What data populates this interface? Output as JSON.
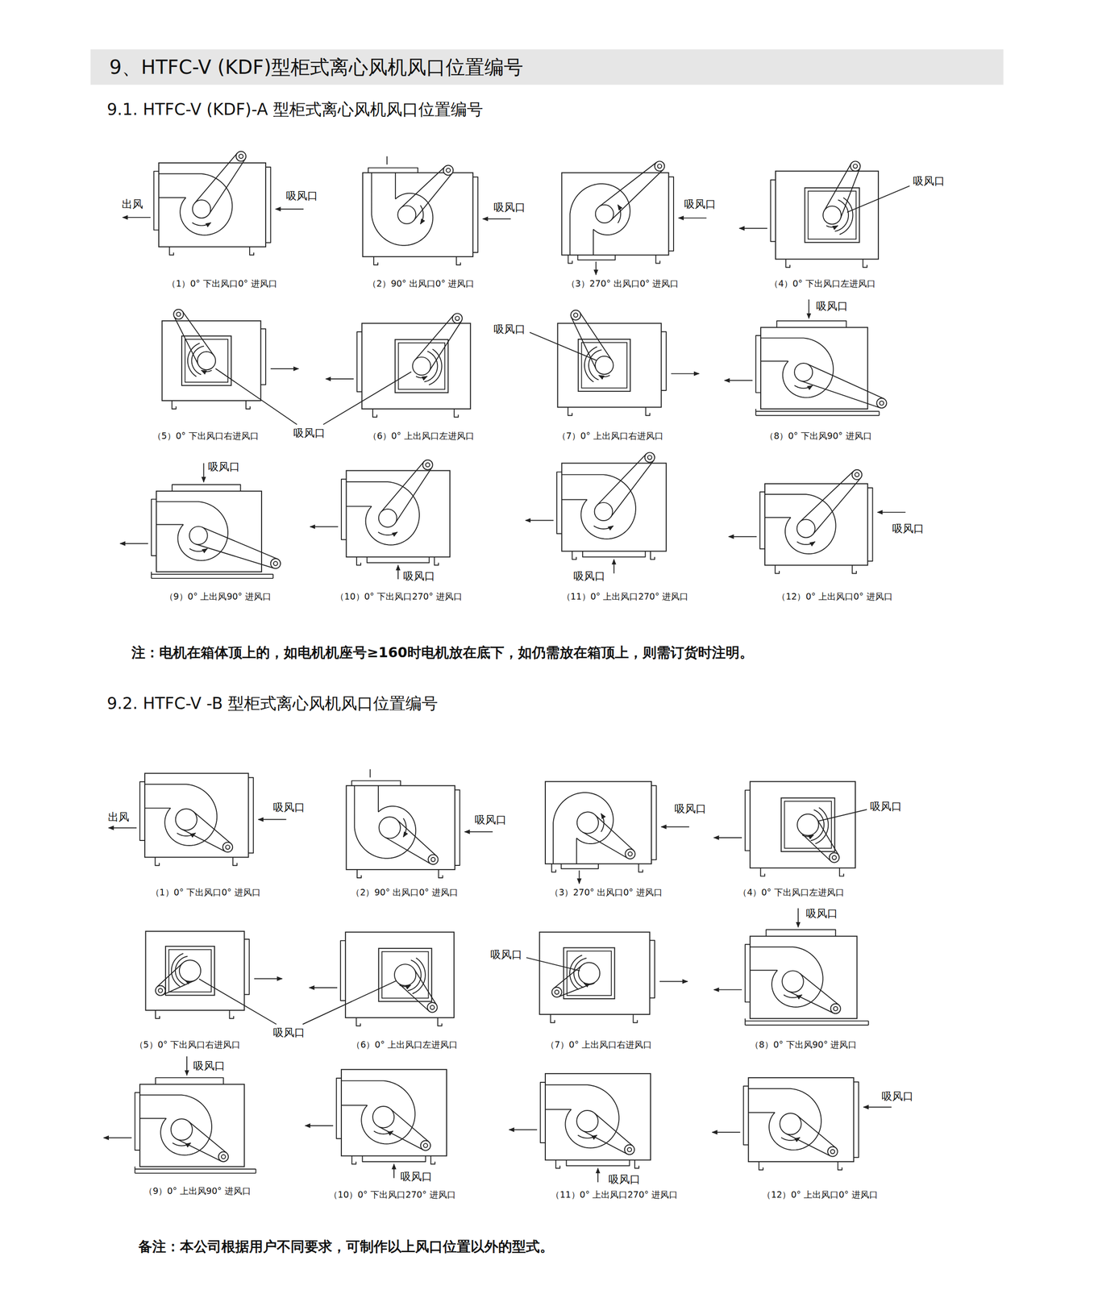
{
  "diagram": {
    "title": "9、HTFC-V (KDF)型柜式离心风机风口位置编号",
    "labels": [
      "9.1. HTFC-V (KDF)-A 型柜式离心风机风口位置编号",
      "出风",
      "吸风口",
      "（1）0° 下出风口0° 进风口",
      "吸风口",
      "（2）90° 出风口0° 进风口",
      "吸风口",
      "（3）270° 出风口0° 进风口",
      "吸风口",
      "（4）0° 下出风口左进风口",
      "（5）0° 下出风口右进风口",
      "吸风口",
      "（6）0° 上出风口左进风口",
      "吸风口",
      "（7）0° 上出风口右进风口",
      "吸风口",
      "（8）0° 下出风90° 进风口",
      "吸风口",
      "（9）0° 上出风90° 进风口",
      "吸风口",
      "（10）0° 下出风口270° 进风口",
      "吸风口",
      "（11）0° 上出风口270° 进风口",
      "吸风口",
      "（12）0° 上出风口0° 进风口",
      "注：电机在箱体顶上的，如电机机座号≥160时电机放在底下，如仍需放在箱顶上，则需订货时注明。",
      "9.2. HTFC-V -B 型柜式离心风机风口位置编号",
      "出风",
      "吸风口",
      "（1）0° 下出风口0° 进风口",
      "吸风口",
      "（2）90° 出风口0° 进风口",
      "吸风口",
      "（3）270° 出风口0° 进风口",
      "吸风口",
      "（4）0° 下出风口左进风口",
      "（5）0° 下出风口右进风口",
      "吸风口",
      "（6）0° 上出风口左进风口",
      "吸风口",
      "（7）0° 上出风口右进风口",
      "吸风口",
      "（8）0° 下出风90° 进风口",
      "吸风口",
      "（9）0° 上出风90° 进风口",
      "吸风口",
      "（10）0° 下出风口270° 进风口",
      "吸风口",
      "（11）0° 上出风口270° 进风口",
      "吸风口",
      "（12）0° 上出风口0° 进风口",
      "备注：本公司根据用户不同要求，可制作以上风口位置以外的型式。"
    ]
  }
}
